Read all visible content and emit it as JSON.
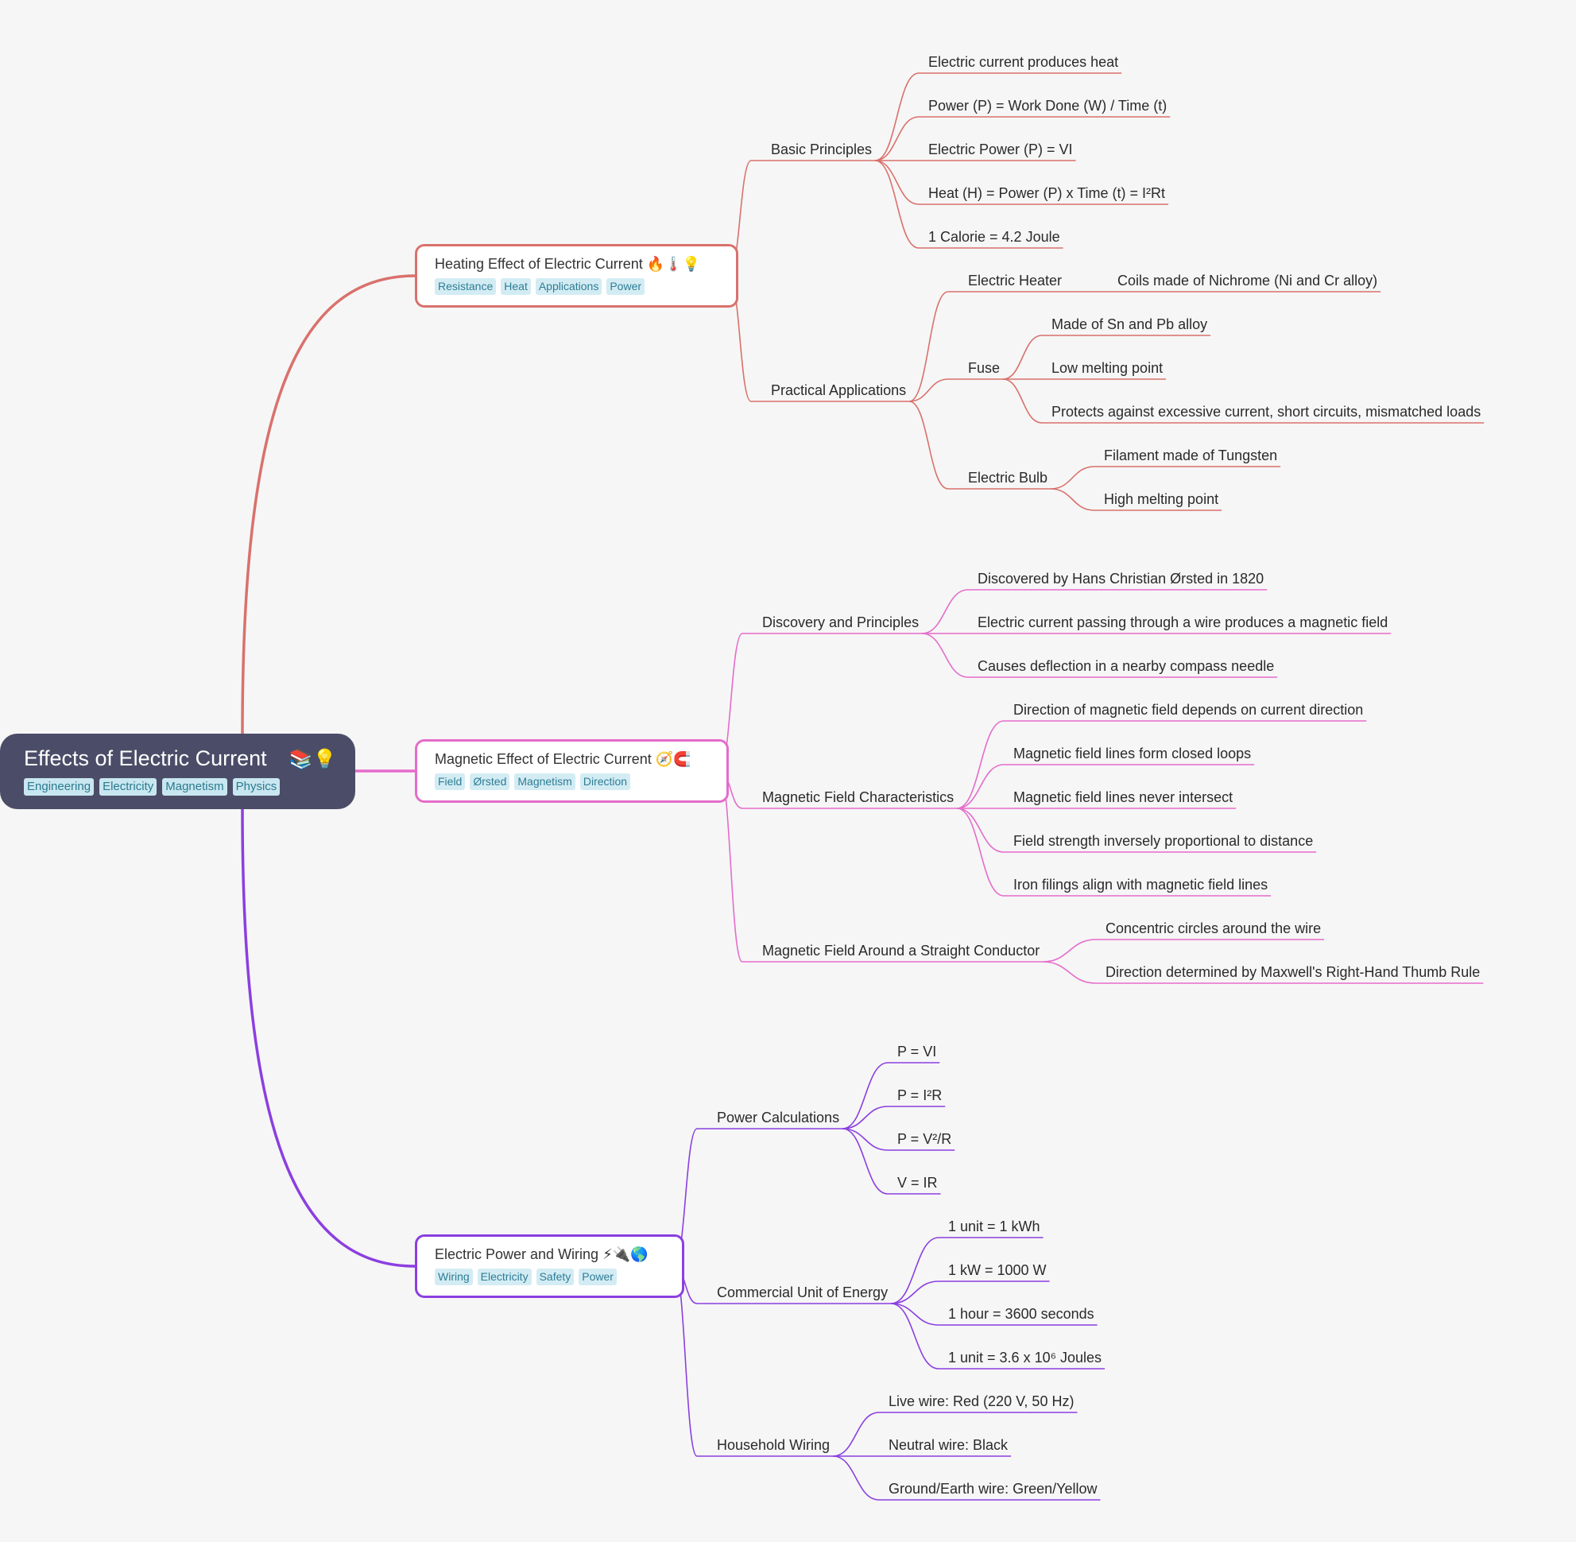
{
  "root": {
    "title": "Effects of Electric Current",
    "emoji": "📚💡",
    "tags": [
      "Engineering",
      "Electricity",
      "Magnetism",
      "Physics"
    ]
  },
  "colors": {
    "root_bg": "#4b4d68",
    "heating": "#d9716c",
    "magnetic": "#e56ccb",
    "power": "#8b3fe0",
    "tag_bg": "#d3ecf4",
    "tag_text": "#2e7d94"
  },
  "branches": [
    {
      "title": "Heating Effect of Electric Current 🔥🌡️💡",
      "tags": [
        "Resistance",
        "Heat",
        "Applications",
        "Power"
      ],
      "children": [
        {
          "label": "Basic Principles",
          "children": [
            {
              "label": "Electric current produces heat"
            },
            {
              "label": "Power (P) = Work Done (W) / Time (t)"
            },
            {
              "label": "Electric Power (P) = VI"
            },
            {
              "label": "Heat (H) = Power (P) x Time (t) = I²Rt"
            },
            {
              "label": "1 Calorie = 4.2 Joule"
            }
          ]
        },
        {
          "label": "Practical Applications",
          "children": [
            {
              "label": "Electric Heater",
              "children": [
                {
                  "label": "Coils made of Nichrome (Ni and Cr alloy)"
                }
              ]
            },
            {
              "label": "Fuse",
              "children": [
                {
                  "label": "Made of Sn and Pb alloy"
                },
                {
                  "label": "Low melting point"
                },
                {
                  "label": "Protects against excessive current, short circuits, mismatched loads"
                }
              ]
            },
            {
              "label": "Electric Bulb",
              "children": [
                {
                  "label": "Filament made of Tungsten"
                },
                {
                  "label": "High melting point"
                }
              ]
            }
          ]
        }
      ]
    },
    {
      "title": "Magnetic Effect of Electric Current 🧭🧲",
      "tags": [
        "Field",
        "Ørsted",
        "Magnetism",
        "Direction"
      ],
      "children": [
        {
          "label": "Discovery and Principles",
          "children": [
            {
              "label": "Discovered by Hans Christian Ørsted in 1820"
            },
            {
              "label": "Electric current passing through a wire produces a magnetic field"
            },
            {
              "label": "Causes deflection in a nearby compass needle"
            }
          ]
        },
        {
          "label": "Magnetic Field Characteristics",
          "children": [
            {
              "label": "Direction of magnetic field depends on current direction"
            },
            {
              "label": "Magnetic field lines form closed loops"
            },
            {
              "label": "Magnetic field lines never intersect"
            },
            {
              "label": "Field strength inversely proportional to distance"
            },
            {
              "label": "Iron filings align with magnetic field lines"
            }
          ]
        },
        {
          "label": "Magnetic Field Around a Straight Conductor",
          "children": [
            {
              "label": "Concentric circles around the wire"
            },
            {
              "label": "Direction determined by Maxwell's Right-Hand Thumb Rule"
            }
          ]
        }
      ]
    },
    {
      "title": "Electric Power and Wiring ⚡🔌🌎",
      "tags": [
        "Wiring",
        "Electricity",
        "Safety",
        "Power"
      ],
      "children": [
        {
          "label": "Power Calculations",
          "children": [
            {
              "label": "P = VI"
            },
            {
              "label": "P = I²R"
            },
            {
              "label": "P = V²/R"
            },
            {
              "label": "V = IR"
            }
          ]
        },
        {
          "label": "Commercial Unit of Energy",
          "children": [
            {
              "label": "1 unit = 1 kWh"
            },
            {
              "label": "1 kW = 1000 W"
            },
            {
              "label": "1 hour = 3600 seconds"
            },
            {
              "label": "1 unit = 3.6 x 10⁶ Joules"
            }
          ]
        },
        {
          "label": "Household Wiring",
          "children": [
            {
              "label": "Live wire: Red (220 V, 50 Hz)"
            },
            {
              "label": "Neutral wire: Black"
            },
            {
              "label": "Ground/Earth wire: Green/Yellow"
            }
          ]
        }
      ]
    }
  ]
}
